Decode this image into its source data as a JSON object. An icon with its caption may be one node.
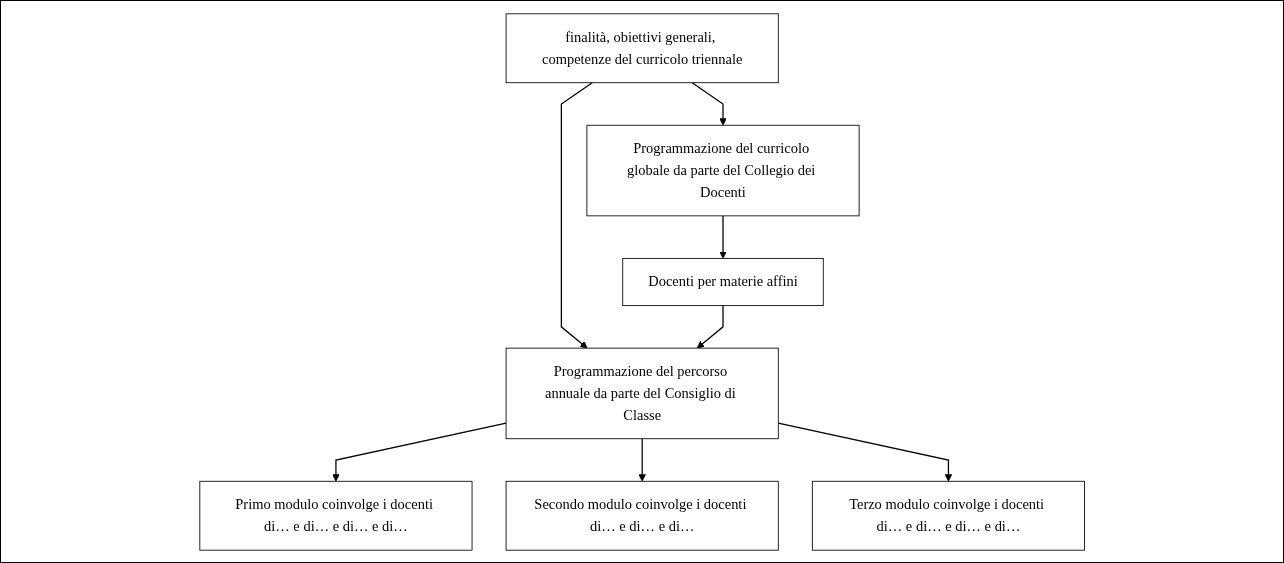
{
  "diagram": {
    "nodes": [
      {
        "text": [
          "finalità, obiettivi generali, competenze del curricolo triennale"
        ]
      },
      {
        "text": [
          "Programmazione del curricolo globale da parte del Collegio dei Docenti"
        ]
      },
      {
        "text": [
          "Programmazione del percorso annuale da parte del Consiglio di Classe"
        ]
      },
      {
        "text": [
          "Docenti per materie affini"
        ]
      },
      {
        "text": [
          "Primo modulo coinvolge i docenti di… e di… e di… e di…"
        ]
      },
      {
        "text": [
          "Secondo modulo coinvolge i docenti di… e di… e di…"
        ]
      },
      {
        "text": [
          "Terzo modulo coinvolge i docenti di… e di… e di… e di…"
        ]
      }
    ],
    "edges": [
      {
        "from": 0,
        "to": 1,
        "arrow": "to"
      },
      {
        "from": 0,
        "to": 2,
        "arrow": "to"
      },
      {
        "from": 1,
        "to": 3,
        "arrow": "to"
      },
      {
        "from": 3,
        "to": 2,
        "arrow": "to"
      },
      {
        "from": 2,
        "to": 4,
        "arrow": "to"
      },
      {
        "from": 2,
        "to": 5,
        "arrow": "to"
      },
      {
        "from": 2,
        "to": 6,
        "arrow": "to"
      }
    ]
  }
}
